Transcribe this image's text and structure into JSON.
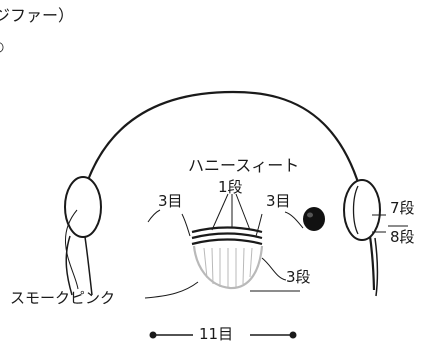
{
  "header_lines": {
    "line1": "ジファー）",
    "line2": "○"
  },
  "labels": {
    "honey_sweet": "ハニースィート",
    "row1": "1段",
    "stitch3_left": "3目",
    "stitch3_right": "3目",
    "row7": "7段",
    "row8": "8段",
    "row3": "3段",
    "smoke_pink": "スモークピンク",
    "stitch11": "11目"
  },
  "colors": {
    "line": "#1a1a1a",
    "gray": "#b9b9b9",
    "background": "#ffffff"
  }
}
